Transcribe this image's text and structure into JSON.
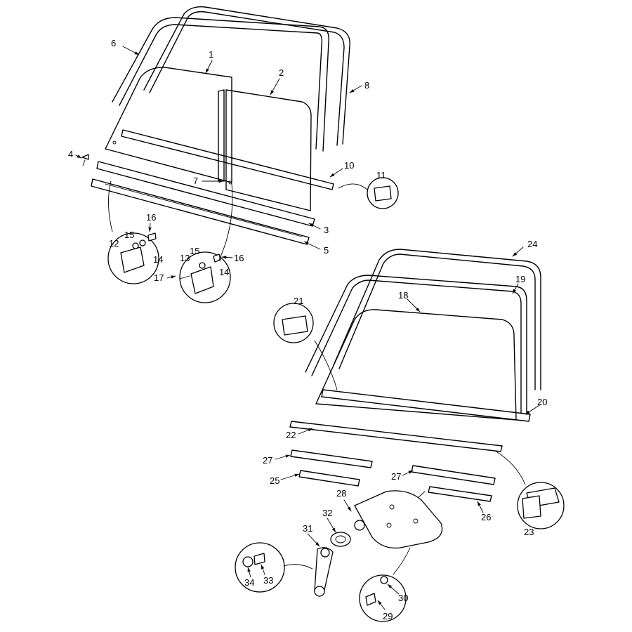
{
  "diagram": {
    "callouts": [
      "1",
      "2",
      "3",
      "4",
      "5",
      "6",
      "7",
      "8",
      "10",
      "11",
      "12",
      "13",
      "14",
      "14",
      "15",
      "15",
      "16",
      "16",
      "17",
      "18",
      "19",
      "20",
      "21",
      "22",
      "23",
      "24",
      "25",
      "26",
      "27",
      "27",
      "28",
      "29",
      "30",
      "31",
      "32",
      "33",
      "34"
    ]
  }
}
